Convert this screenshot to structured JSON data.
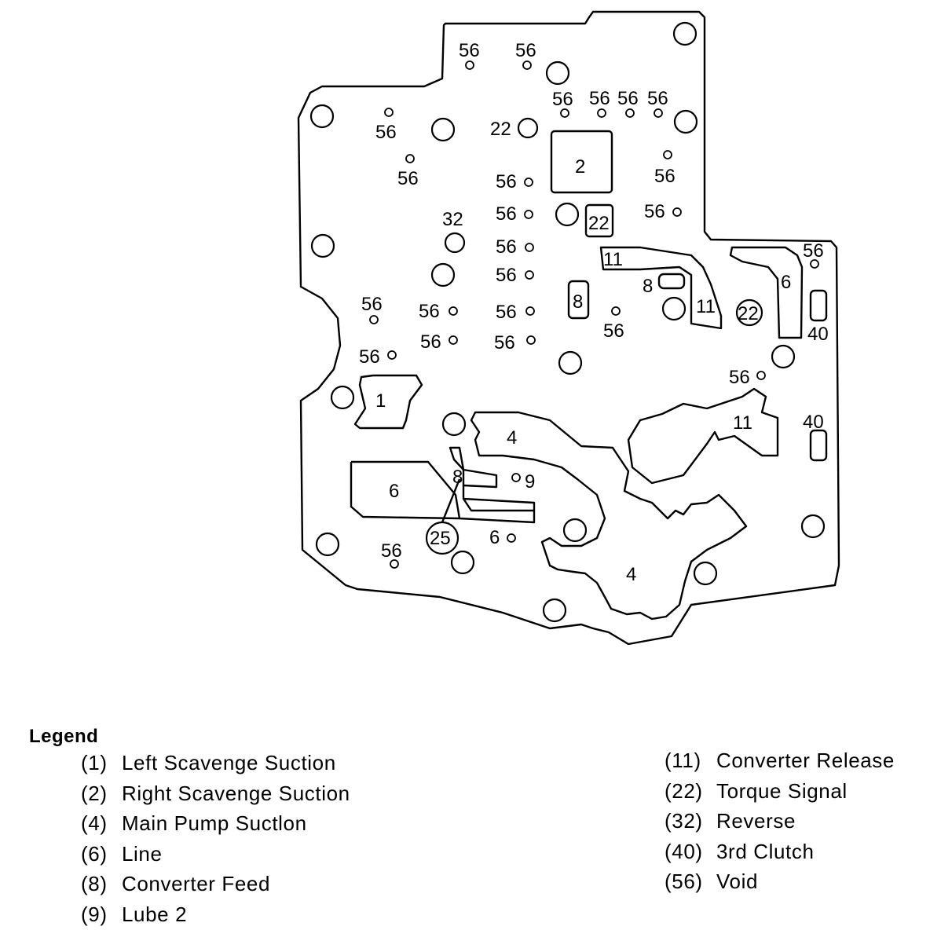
{
  "diagram": {
    "labels": {
      "p1": "1",
      "p2": "2",
      "p4a": "4",
      "p4b": "4",
      "p6a": "6",
      "p6b": "6",
      "p6c": "6",
      "p8a": "8",
      "p8b": "8",
      "p8c": "8",
      "p9": "9",
      "p11a": "11",
      "p11b": "11",
      "p11c": "11",
      "p22a": "22",
      "p22b": "22",
      "p22c": "22",
      "p25": "25",
      "p32": "32",
      "p40a": "40",
      "p40b": "40",
      "v1": "56",
      "v2": "56",
      "v3": "56",
      "v4": "56",
      "v5": "56",
      "v6": "56",
      "v7": "56",
      "v8": "56",
      "v9": "56",
      "v10": "56",
      "v11": "56",
      "v12": "56",
      "v13": "56",
      "v14": "56",
      "v15": "56",
      "v16": "56",
      "v17": "56",
      "v18": "56",
      "v19": "56",
      "v20": "56",
      "v21": "56",
      "v22": "56",
      "v23": "56",
      "v24": "56"
    }
  },
  "legend": {
    "title": "Legend",
    "left": [
      {
        "code": "(1)",
        "label": "Left Scavenge Suction"
      },
      {
        "code": "(2)",
        "label": "Right Scavenge Suction"
      },
      {
        "code": "(4)",
        "label": "Main Pump Suctlon"
      },
      {
        "code": "(6)",
        "label": "Line"
      },
      {
        "code": "(8)",
        "label": "Converter Feed"
      },
      {
        "code": "(9)",
        "label": "Lube 2"
      }
    ],
    "right": [
      {
        "code": "(11)",
        "label": "Converter Release"
      },
      {
        "code": "(22)",
        "label": "Torque Signal"
      },
      {
        "code": "(32)",
        "label": "Reverse"
      },
      {
        "code": "(40)",
        "label": "3rd Clutch"
      },
      {
        "code": "(56)",
        "label": "Void"
      }
    ]
  }
}
